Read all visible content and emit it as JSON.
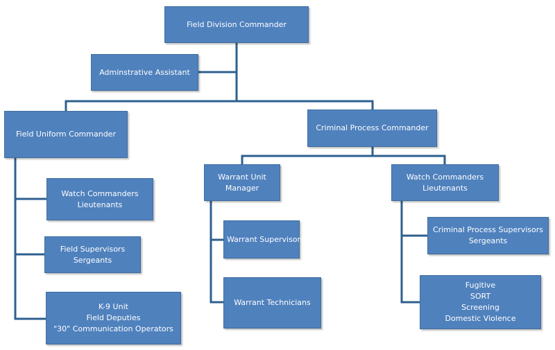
{
  "colors": {
    "box_fill": "#4f81bd",
    "box_text": "#ffffff",
    "connector": "#2e5f8f"
  },
  "org": {
    "field_division_commander": "Field Division Commander",
    "administrative_assistant": "Adminstrative Assistant",
    "field_uniform_commander": "Field Uniform Commander",
    "criminal_process_commander": "Criminal Process Commander",
    "uniform_watch_commanders": [
      "Watch Commanders",
      "Lieutenants"
    ],
    "field_supervisors": [
      "Field Supervisors",
      "Sergeants"
    ],
    "k9_unit": [
      "K-9 Unit",
      "Field Deputies",
      "\"30\" Communication Operators"
    ],
    "warrant_unit_manager": [
      "Warrant Unit",
      "Manager"
    ],
    "warrant_supervisors": "Warrant Supervisors",
    "warrant_technicians": "Warrant Technicians",
    "process_watch_commanders": [
      "Watch Commanders",
      "Lieutenants"
    ],
    "criminal_process_supervisors": [
      "Criminal Process Supervisors",
      "Sergeants"
    ],
    "fugitive_group": [
      "Fugitive",
      "SORT",
      "Screening",
      "Domestic Violence"
    ]
  }
}
